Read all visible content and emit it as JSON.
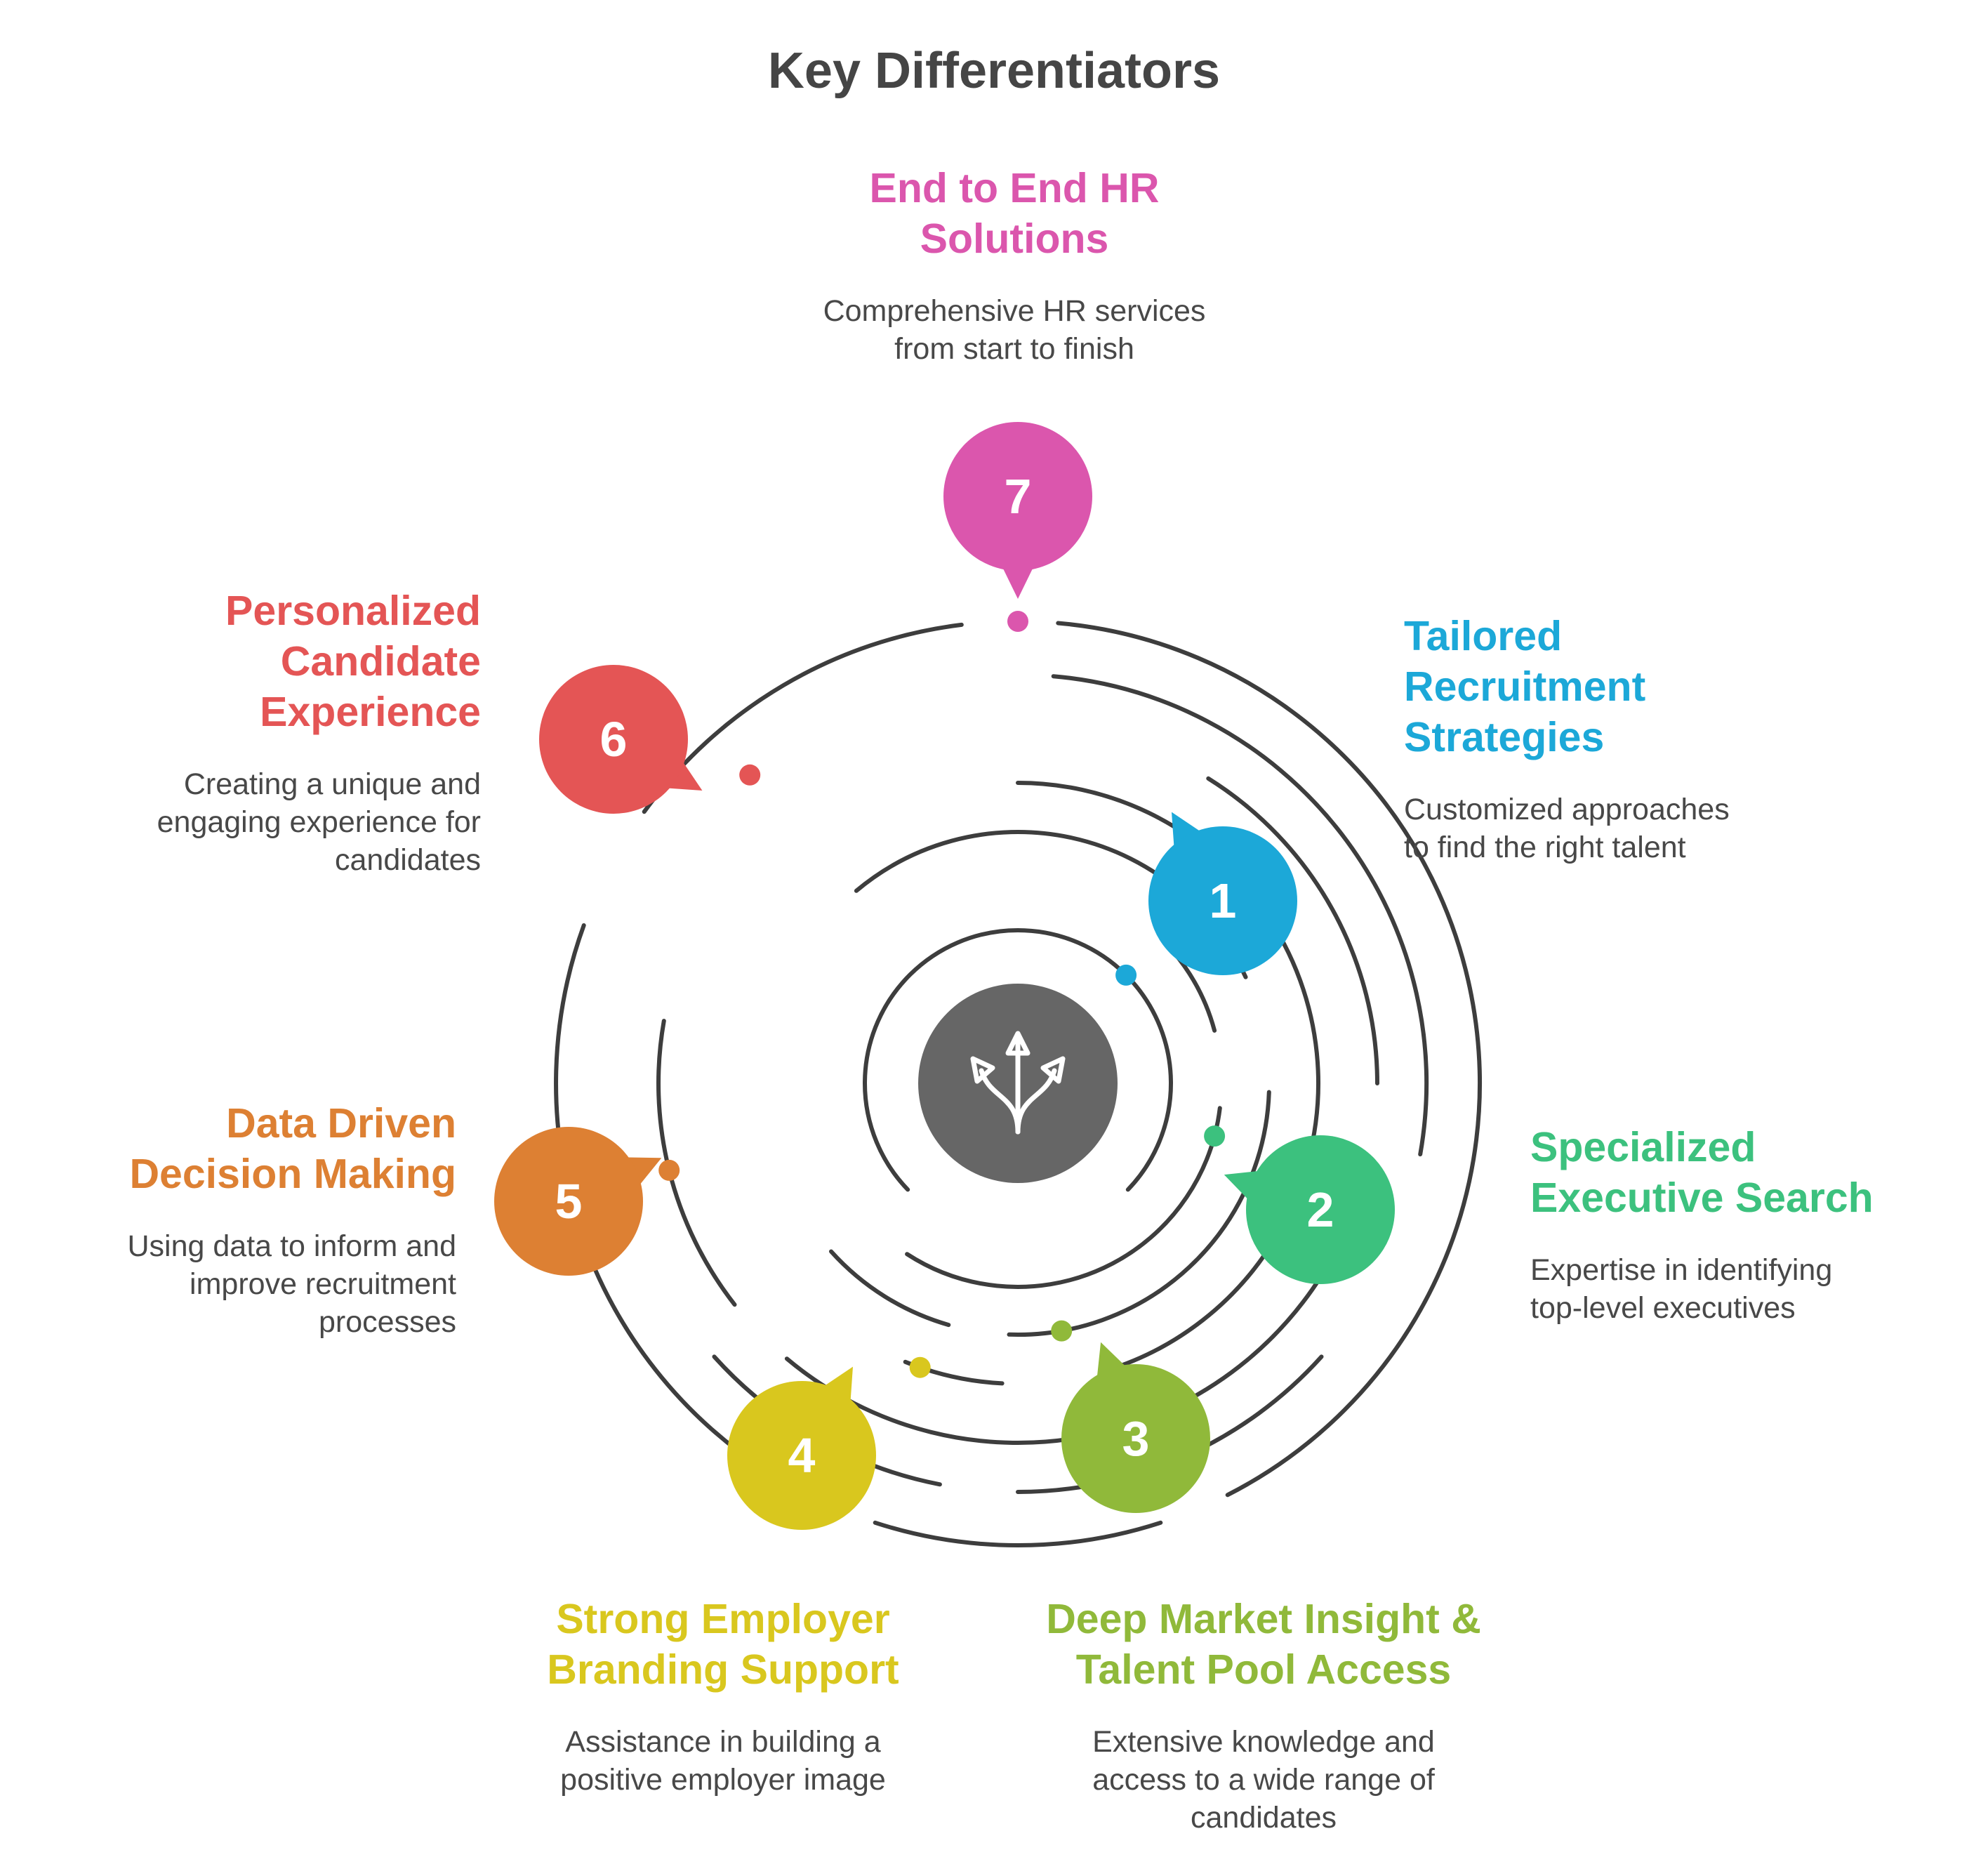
{
  "title": "Key Differentiators",
  "center_icon": "split-arrows-icon",
  "items": [
    {
      "number": "1",
      "heading": "Tailored\nRecruitment\nStrategies",
      "description": "Customized approaches\nto find the right talent",
      "color": "#1CA8D8"
    },
    {
      "number": "2",
      "heading": "Specialized\nExecutive Search",
      "description": "Expertise in identifying\ntop-level executives",
      "color": "#3CC17E"
    },
    {
      "number": "3",
      "heading": "Deep Market Insight &\nTalent Pool Access",
      "description": "Extensive knowledge and\naccess to a wide range of\ncandidates",
      "color": "#90B93A"
    },
    {
      "number": "4",
      "heading": "Strong Employer\nBranding Support",
      "description": "Assistance in building a\npositive employer image",
      "color": "#D9C71E"
    },
    {
      "number": "5",
      "heading": "Data Driven\nDecision Making",
      "description": "Using data to inform and\nimprove recruitment\nprocesses",
      "color": "#DD8033"
    },
    {
      "number": "6",
      "heading": "Personalized\nCandidate\nExperience",
      "description": "Creating a unique and\nengaging experience for\ncandidates",
      "color": "#E45555"
    },
    {
      "number": "7",
      "heading": "End to End HR\nSolutions",
      "description": "Comprehensive HR services\nfrom start to finish",
      "color": "#DB56AD"
    }
  ]
}
